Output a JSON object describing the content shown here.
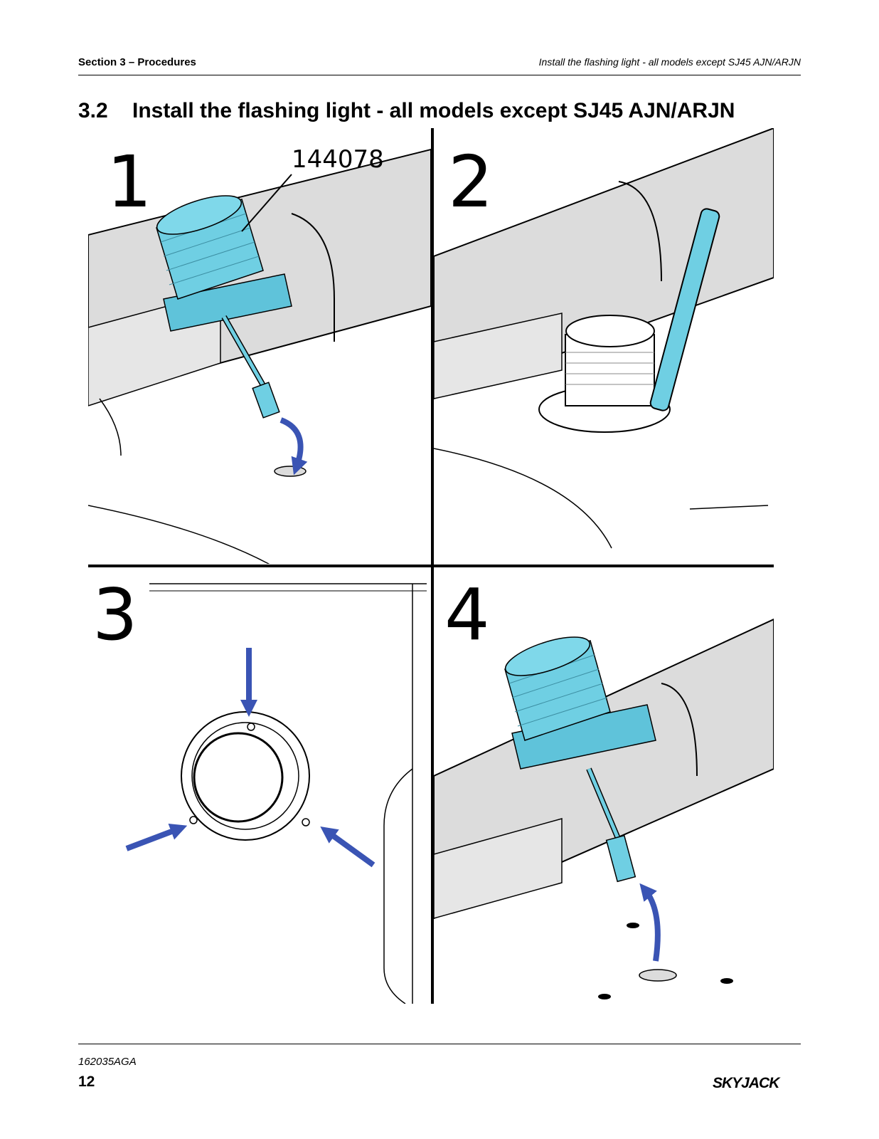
{
  "header": {
    "section": "Section 3 – Procedures",
    "topic": "Install the flashing light - all models except SJ45 AJN/ARJN"
  },
  "heading": {
    "number": "3.2",
    "text": "Install the flashing light - all models except SJ45 AJN/ARJN"
  },
  "figure": {
    "steps": [
      "1",
      "2",
      "3",
      "4"
    ],
    "part_number": "144078",
    "colors": {
      "part": "#6fcfe3",
      "arrow": "#3a54b4",
      "surface": "#dcdcdc"
    }
  },
  "footer": {
    "doc_code": "162035AGA",
    "page_number": "12",
    "logo_text": "SKYJACK"
  }
}
